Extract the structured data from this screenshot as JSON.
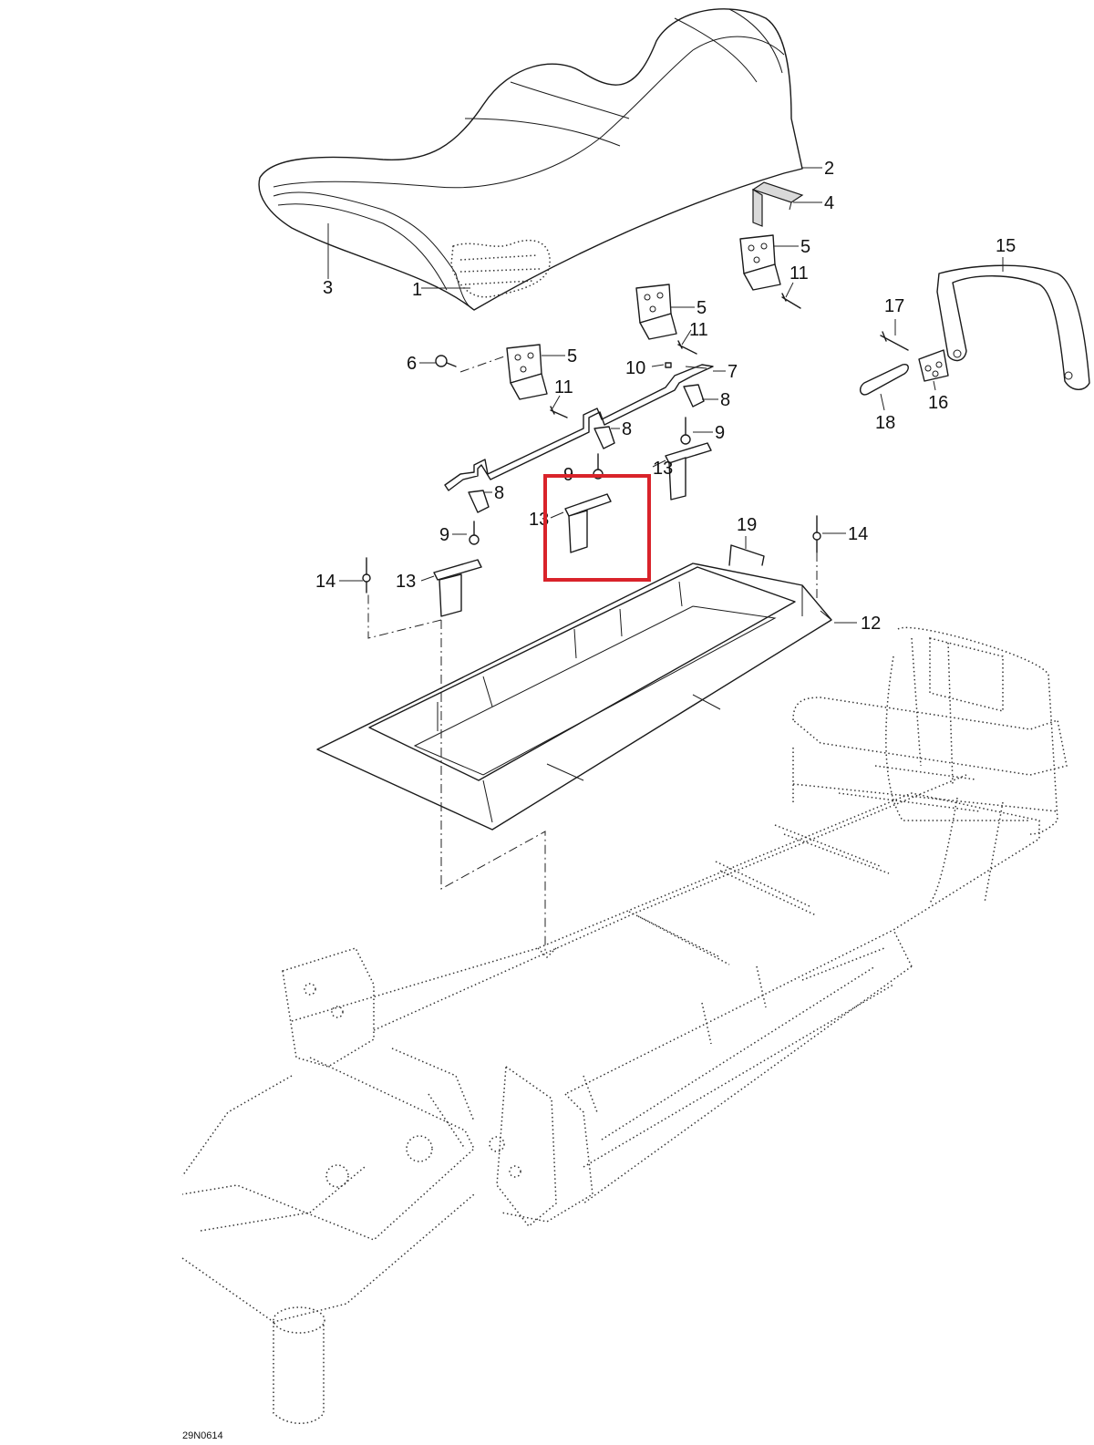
{
  "drawing_code": "29N0614",
  "callouts": {
    "c1": "1",
    "c2": "2",
    "c3": "3",
    "c4": "4",
    "c5a": "5",
    "c5b": "5",
    "c5c": "5",
    "c6": "6",
    "c7": "7",
    "c8a": "8",
    "c8b": "8",
    "c8c": "8",
    "c9a": "9",
    "c9b": "9",
    "c9c": "9",
    "c10": "10",
    "c11a": "11",
    "c11b": "11",
    "c11c": "11",
    "c12": "12",
    "c13a": "13",
    "c13b": "13",
    "c13c": "13",
    "c14a": "14",
    "c14b": "14",
    "c15": "15",
    "c16": "16",
    "c17": "17",
    "c18": "18",
    "c19": "19"
  },
  "highlight_color": "#d9232a"
}
